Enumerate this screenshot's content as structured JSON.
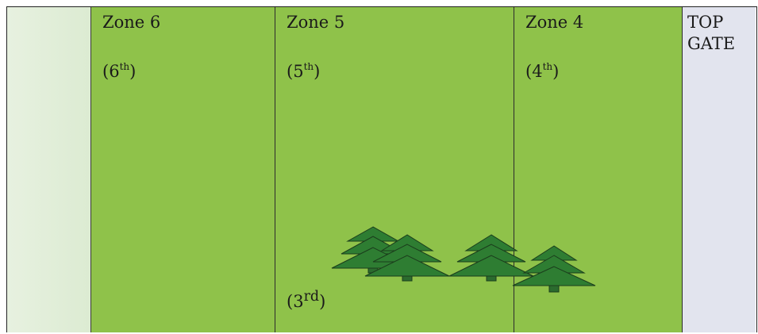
{
  "zones": [
    {
      "name": "Zone 6",
      "rank_num": "(6",
      "rank_sup": "th",
      "rank_close": ")"
    },
    {
      "name": "Zone 5",
      "rank_num": "(5",
      "rank_sup": "th",
      "rank_close": ")",
      "rank2_num": "(3",
      "rank2_sup": "rd",
      "rank2_close": ")"
    },
    {
      "name": "Zone 4",
      "rank_num": "(4",
      "rank_sup": "th",
      "rank_close": ")"
    }
  ],
  "gate": {
    "line1": "TOP",
    "line2": "GATE"
  },
  "colors": {
    "zone_green": "#8fc24a",
    "blank_zone": "#e7f1e0",
    "gate_zone": "#e2e4ee",
    "tree": "#2e7d32",
    "tree_outline": "#1b3d1c"
  },
  "icons": [
    "tree-icon",
    "tree-icon",
    "tree-icon",
    "tree-icon"
  ]
}
